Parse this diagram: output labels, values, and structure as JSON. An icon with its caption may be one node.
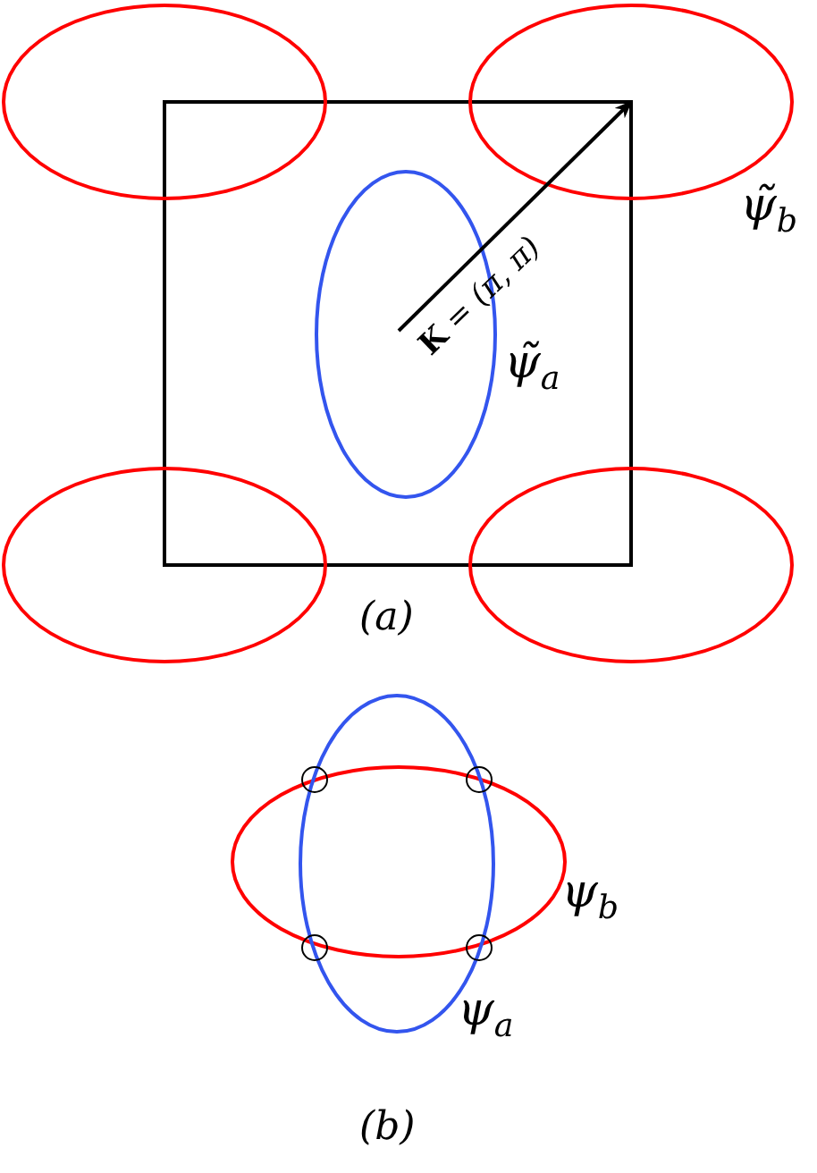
{
  "diagram": {
    "labels": [
      "ψ̃$_{b}$",
      "**K** = (π, π)",
      "ψ̃$_{a}$",
      "(a)",
      "ψ$_{b}$",
      "ψ$_{a}$",
      "(b)"
    ]
  }
}
